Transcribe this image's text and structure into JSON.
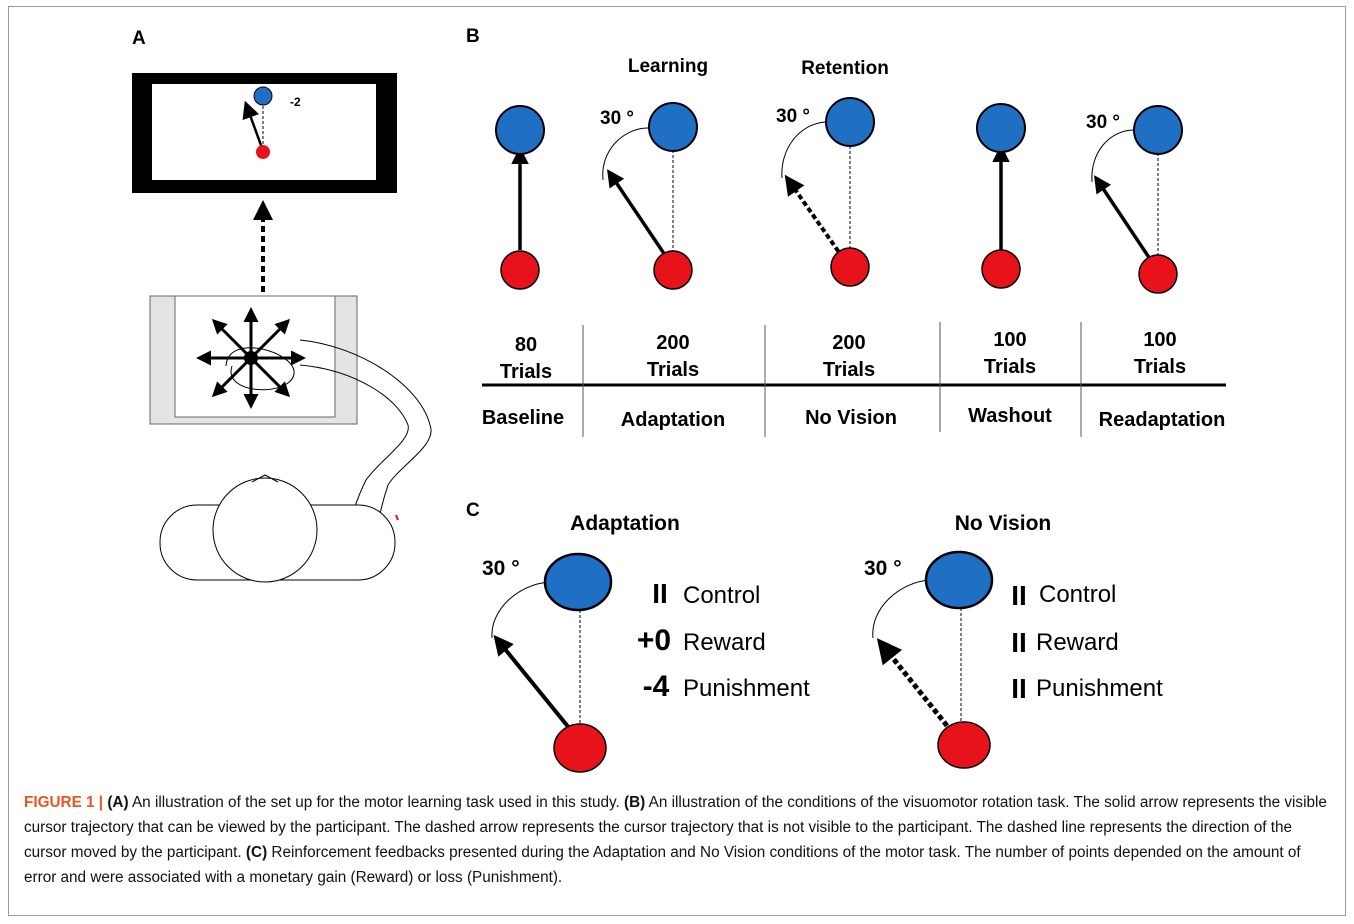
{
  "panels": {
    "a": {
      "letter": "A",
      "screen_points": "-2"
    },
    "b": {
      "letter": "B",
      "headers": {
        "learning": "Learning",
        "retention": "Retention"
      },
      "angle": "30 °",
      "phases": [
        {
          "count": "80",
          "unit": "Trials",
          "name": "Baseline"
        },
        {
          "count": "200",
          "unit": "Trials",
          "name": "Adaptation"
        },
        {
          "count": "200",
          "unit": "Trials",
          "name": "No Vision"
        },
        {
          "count": "100",
          "unit": "Trials",
          "name": "Washout"
        },
        {
          "count": "100",
          "unit": "Trials",
          "name": "Readaptation"
        }
      ]
    },
    "c": {
      "letter": "C",
      "angle": "30 °",
      "adaptation": {
        "title": "Adaptation",
        "rows": [
          {
            "symbol": "II",
            "label": "Control"
          },
          {
            "symbol": "+0",
            "label": "Reward"
          },
          {
            "symbol": "-4",
            "label": "Punishment"
          }
        ]
      },
      "no_vision": {
        "title": "No Vision",
        "rows": [
          {
            "symbol": "II",
            "label": "Control"
          },
          {
            "symbol": "II",
            "label": "Reward"
          },
          {
            "symbol": "II",
            "label": "Punishment"
          }
        ]
      }
    }
  },
  "colors": {
    "target": "#1f6fc5",
    "start": "#e8121b",
    "figure_label": "#e8551f"
  },
  "caption": {
    "figure_label": "FIGURE 1 | ",
    "a_label": "(A)",
    "a_text": " An illustration of the set up for the motor learning task used in this study. ",
    "b_label": "(B)",
    "b_text": " An illustration of the conditions of the visuomotor rotation task. The solid arrow represents the visible cursor trajectory that can be viewed by the participant. The dashed arrow represents the cursor trajectory that is not visible to the participant. The dashed line represents the direction of the cursor moved by the participant. ",
    "c_label": "(C)",
    "c_text": " Reinforcement feedbacks presented during the Adaptation and No Vision conditions of the motor task. The number of points depended on the amount of error and were associated with a monetary gain (Reward) or loss (Punishment)."
  }
}
